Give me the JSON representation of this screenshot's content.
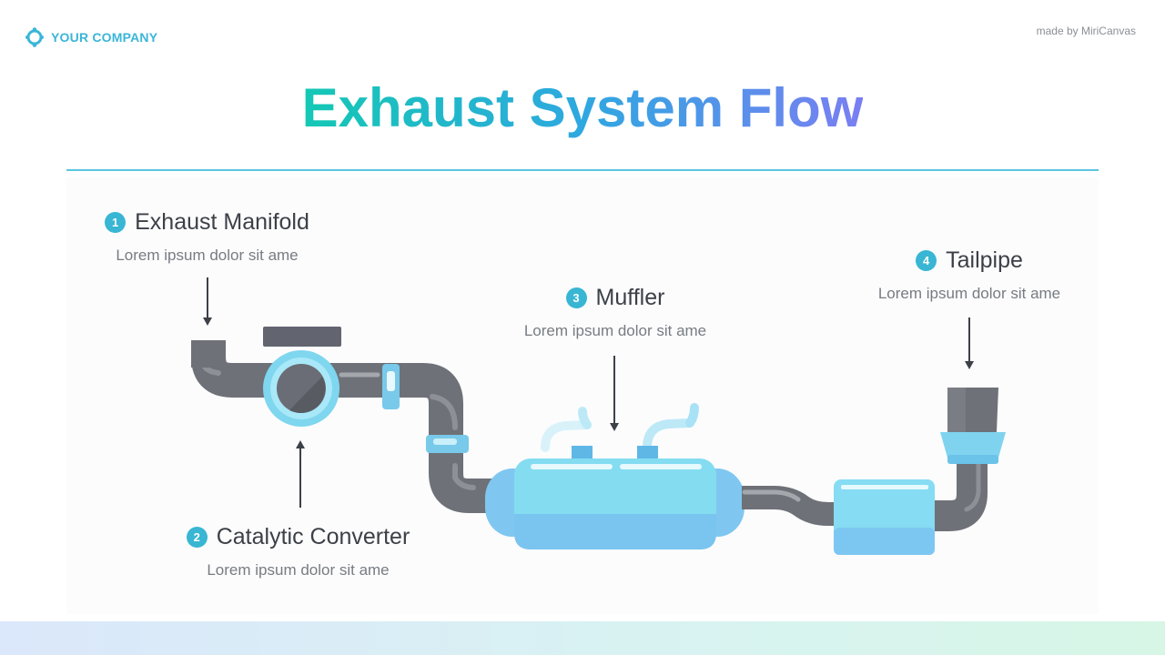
{
  "header": {
    "company": "YOUR COMPANY",
    "credit": "made by MiriCanvas"
  },
  "title": "Exhaust System Flow",
  "steps": [
    {
      "number": "1",
      "title": "Exhaust Manifold",
      "description": "Lorem ipsum dolor sit ame"
    },
    {
      "number": "2",
      "title": "Catalytic Converter",
      "description": "Lorem ipsum dolor sit ame"
    },
    {
      "number": "3",
      "title": "Muffler",
      "description": "Lorem ipsum dolor sit ame"
    },
    {
      "number": "4",
      "title": "Tailpipe",
      "description": "Lorem ipsum dolor sit ame"
    }
  ],
  "colors": {
    "accent": "#38b6d3",
    "pipe": "#6e7178",
    "muffler": "#7fd9ee",
    "title_gradient": [
      "#14c8b4",
      "#2ea8e0",
      "#7a7ef2"
    ]
  }
}
